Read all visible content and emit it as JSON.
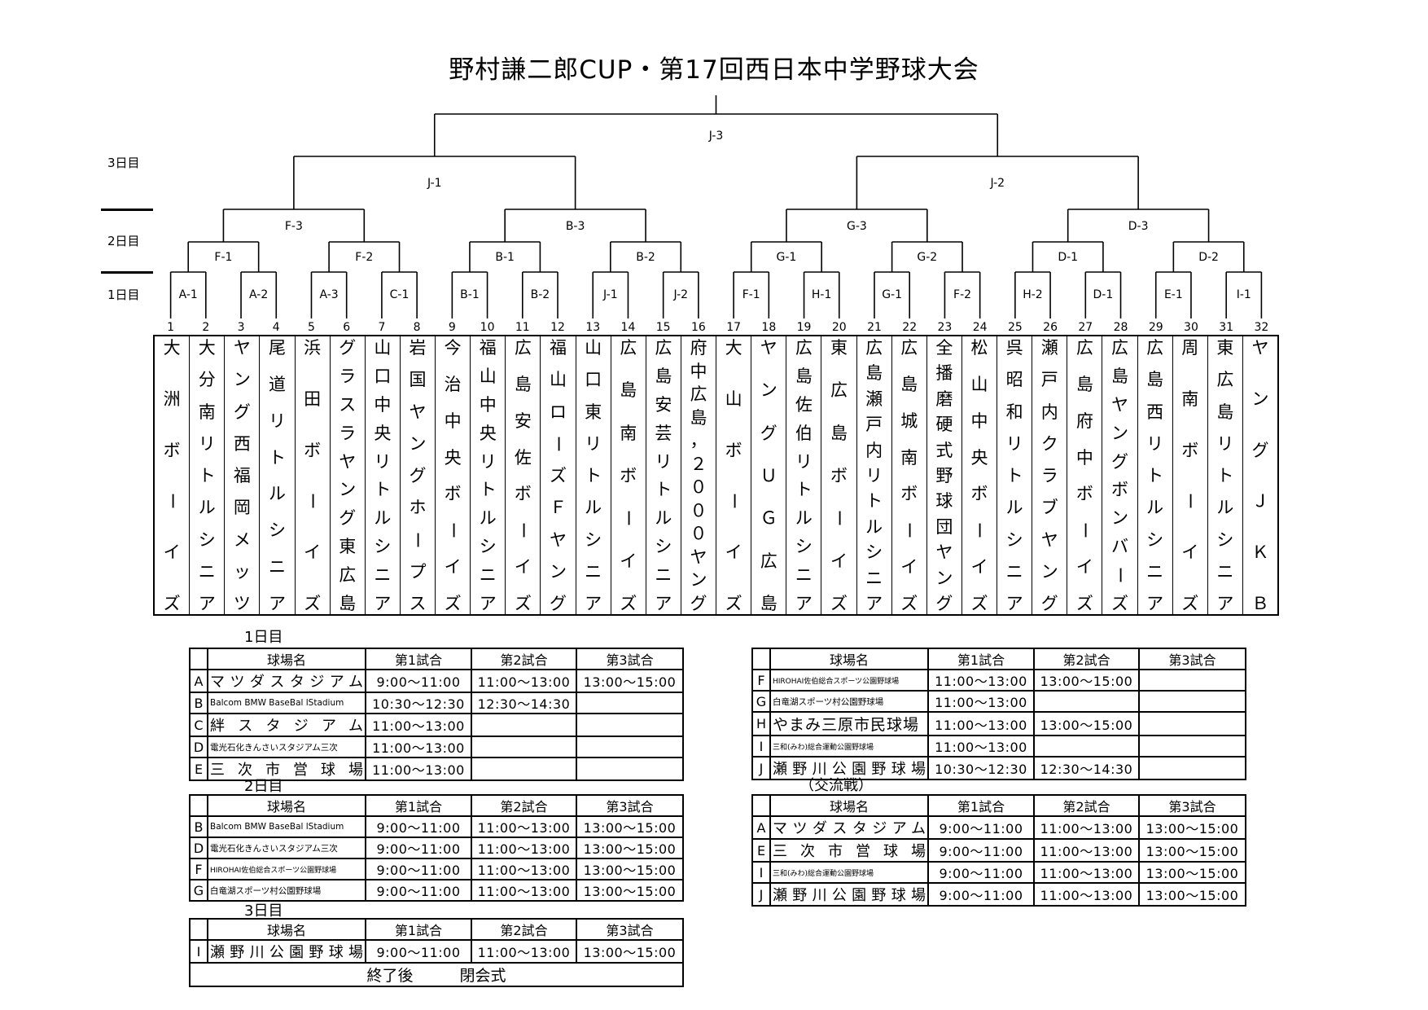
{
  "title": "野村謙二郎CUP・第17回西日本中学野球大会",
  "day_labels": {
    "day3": "3日目",
    "day2": "2日目",
    "day1": "1日目"
  },
  "bracket": {
    "final": "J-3",
    "round4": [
      "J-1",
      "J-2"
    ],
    "round3": [
      "F-3",
      "B-3",
      "G-3",
      "D-3"
    ],
    "round2": [
      "F-1",
      "F-2",
      "B-1",
      "B-2",
      "G-1",
      "G-2",
      "D-1",
      "D-2"
    ],
    "round1": [
      "A-1",
      "A-2",
      "A-3",
      "C-1",
      "B-1",
      "B-2",
      "J-1",
      "J-2",
      "F-1",
      "H-1",
      "G-1",
      "F-2",
      "H-2",
      "D-1",
      "E-1",
      "I-1"
    ]
  },
  "teams": [
    "大洲ボーイズ",
    "大分南リトルシニア",
    "ヤング西福岡メッツ",
    "尾道リトルシニア",
    "浜田ボーイズ",
    "グラスラヤング東広島",
    "山口中央リトルシニア",
    "岩国ヤングホープス",
    "今治中央ボーイズ",
    "福山中央リトルシニア",
    "広島安佐ボーイズ",
    "福山ローズＦヤング",
    "山口東リトルシニア",
    "広島南ボーイズ",
    "広島安芸リトルシニア",
    "府中広島，２０００ヤング",
    "大山ボーイズ",
    "ヤングＵＧ広島",
    "広島佐伯リトルシニア",
    "東広島ボーイズ",
    "広島瀬戸内リトルシニア",
    "広島城南ボーイズ",
    "全播磨硬式野球団ヤング",
    "松山中央ボーイズ",
    "呉昭和リトルシニア",
    "瀬戸内クラブヤング",
    "広島府中ボーイズ",
    "広島ヤングボンバーズ",
    "広島西リトルシニア",
    "周南ボーイズ",
    "東広島リトルシニア",
    "ヤングＪＫＢ"
  ],
  "headers": [
    "球場名",
    "第1試合",
    "第2試合",
    "第3試合"
  ],
  "schedules": {
    "day1": {
      "label": "1日目",
      "rows": [
        {
          "code": "A",
          "venue": "マツダスタジアム",
          "style": "just",
          "times": [
            "9:00～11:00",
            "11:00～13:00",
            "13:00～15:00"
          ]
        },
        {
          "code": "B",
          "venue": "Balcom BMW BaseBal lStadium",
          "style": "small",
          "times": [
            "10:30～12:30",
            "12:30～14:30",
            ""
          ]
        },
        {
          "code": "C",
          "venue": "絆スタジアム",
          "style": "just",
          "times": [
            "11:00～13:00",
            "",
            ""
          ]
        },
        {
          "code": "D",
          "venue": "電光石化きんさいスタジアム三次",
          "style": "small",
          "times": [
            "11:00～13:00",
            "",
            ""
          ]
        },
        {
          "code": "E",
          "venue": "三次市営球場",
          "style": "just",
          "times": [
            "11:00～13:00",
            "",
            ""
          ]
        }
      ]
    },
    "day1b": {
      "rows": [
        {
          "code": "F",
          "venue": "HIROHAI佐伯総合スポーツ公園野球場",
          "style": "tiny",
          "times": [
            "11:00～13:00",
            "13:00～15:00",
            ""
          ]
        },
        {
          "code": "G",
          "venue": "白竜湖スポーツ村公園野球場",
          "style": "small",
          "times": [
            "11:00～13:00",
            "",
            ""
          ]
        },
        {
          "code": "H",
          "venue": "やまみ三原市民球場",
          "style": "big",
          "times": [
            "11:00～13:00",
            "13:00～15:00",
            ""
          ]
        },
        {
          "code": "I",
          "venue": "三和(みわ)総合運動公園野球場",
          "style": "tiny",
          "times": [
            "11:00～13:00",
            "",
            ""
          ]
        },
        {
          "code": "J",
          "venue": "瀬野川公園野球場",
          "style": "just",
          "times": [
            "10:30～12:30",
            "12:30～14:30",
            ""
          ]
        }
      ]
    },
    "day2": {
      "label": "2日目",
      "rows": [
        {
          "code": "B",
          "venue": "Balcom BMW BaseBal lStadium",
          "style": "small",
          "times": [
            "9:00～11:00",
            "11:00～13:00",
            "13:00～15:00"
          ]
        },
        {
          "code": "D",
          "venue": "電光石化きんさいスタジアム三次",
          "style": "small",
          "times": [
            "9:00～11:00",
            "11:00～13:00",
            "13:00～15:00"
          ]
        },
        {
          "code": "F",
          "venue": "HIROHAI佐伯総合スポーツ公園野球場",
          "style": "tiny",
          "times": [
            "9:00～11:00",
            "11:00～13:00",
            "13:00～15:00"
          ]
        },
        {
          "code": "G",
          "venue": "白竜湖スポーツ村公園野球場",
          "style": "small",
          "times": [
            "9:00～11:00",
            "11:00～13:00",
            "13:00～15:00"
          ]
        }
      ]
    },
    "exchange": {
      "label": "（交流戦）",
      "rows": [
        {
          "code": "A",
          "venue": "マツダスタジアム",
          "style": "just",
          "times": [
            "9:00～11:00",
            "11:00～13:00",
            "13:00～15:00"
          ]
        },
        {
          "code": "E",
          "venue": "三次市営球場",
          "style": "just",
          "times": [
            "9:00～11:00",
            "11:00～13:00",
            "13:00～15:00"
          ]
        },
        {
          "code": "I",
          "venue": "三和(みわ)総合運動公園野球場",
          "style": "tiny",
          "times": [
            "9:00～11:00",
            "11:00～13:00",
            "13:00～15:00"
          ]
        },
        {
          "code": "J",
          "venue": "瀬野川公園野球場",
          "style": "just",
          "times": [
            "9:00～11:00",
            "11:00～13:00",
            "13:00～15:00"
          ]
        }
      ]
    },
    "day3": {
      "label": "3日目",
      "rows": [
        {
          "code": "I",
          "venue": "瀬野川公園野球場",
          "style": "just",
          "times": [
            "9:00～11:00",
            "11:00～13:00",
            "13:00～15:00"
          ]
        }
      ],
      "footer": "終了後　　　閉会式"
    }
  }
}
